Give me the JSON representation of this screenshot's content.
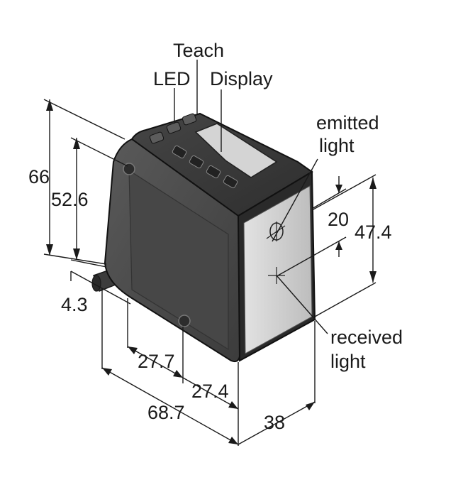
{
  "labels": {
    "teach": "Teach",
    "led": "LED",
    "display": "Display",
    "emitted_line1": "emitted",
    "emitted_line2": "light",
    "received_line1": "received",
    "received_line2": "light"
  },
  "dimensions": {
    "height_total": "66",
    "height_inner": "52.6",
    "offset_small": "4.3",
    "front_27_7": "27.7",
    "front_27_4": "27.4",
    "depth_total": "68.7",
    "width": "38",
    "side_20": "20",
    "side_47_4": "47.4"
  },
  "colors": {
    "housing_top": "#3a3a3a",
    "housing_front": "#4b4b4b",
    "housing_dark": "#262626",
    "lens_panel": "#cfcfcf",
    "display": "#d6d6d6",
    "line": "#1a1a1a"
  }
}
